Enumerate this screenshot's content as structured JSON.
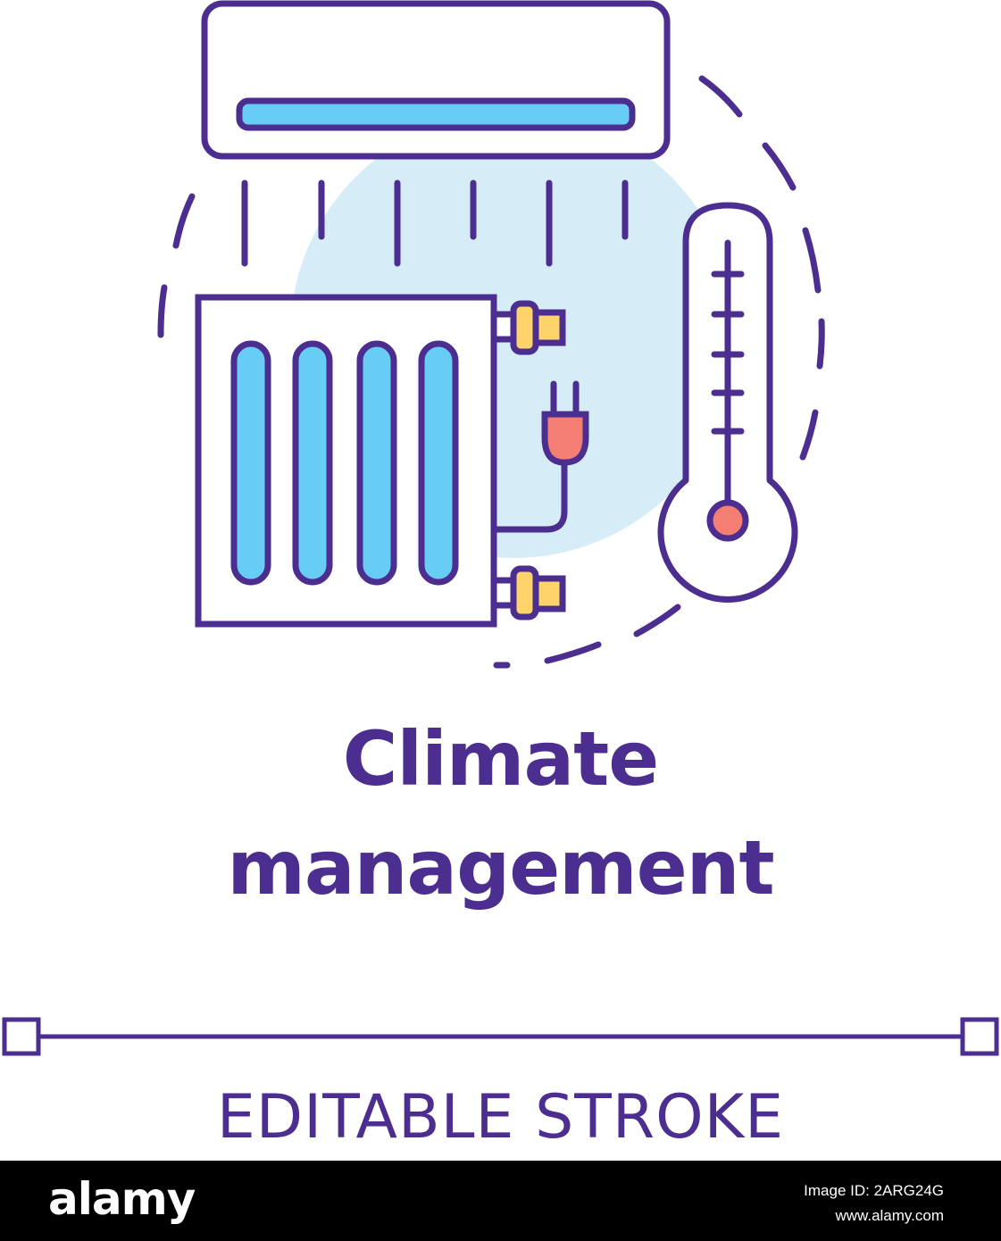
{
  "title": {
    "line1": "Climate",
    "line2": "management"
  },
  "caption": "EDITABLE STROKE",
  "footer": {
    "logo": "alamy",
    "image_id": "Image ID: 2ARG24G",
    "site": "www.alamy.com"
  },
  "colors": {
    "stroke": "#4b2e8f",
    "circle_fill": "#d6edf8",
    "blue_fill": "#67cdf5",
    "red_fill": "#f47d74",
    "yellow_fill": "#fdd36a",
    "footer_bg": "#000000"
  },
  "icons": [
    "air-conditioner-icon",
    "radiator-icon",
    "plug-icon",
    "thermometer-icon"
  ]
}
